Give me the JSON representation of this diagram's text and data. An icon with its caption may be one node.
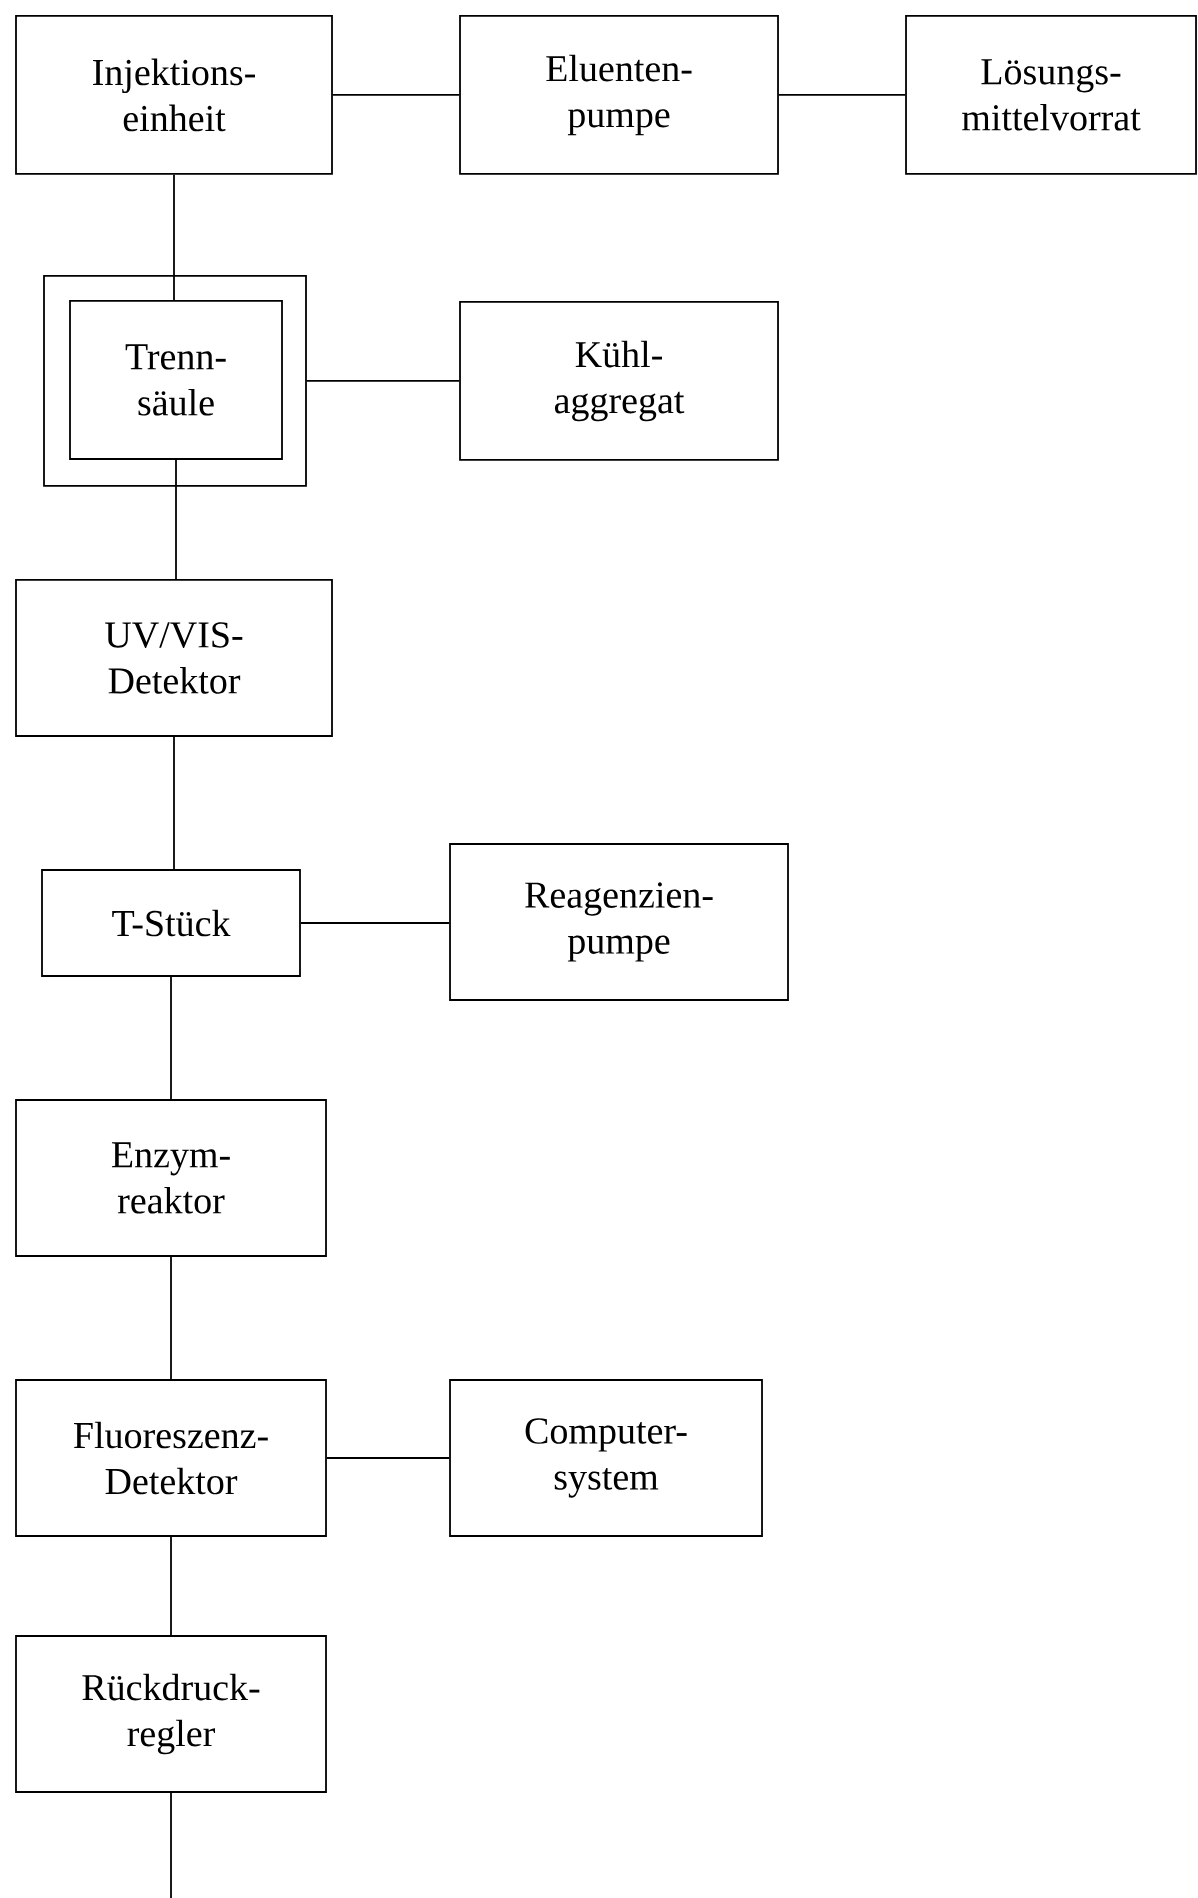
{
  "diagram": {
    "nodes": [
      {
        "text": [
          "Injektions- einheit"
        ]
      },
      {
        "text": [
          "Eluenten- pumpe"
        ]
      },
      {
        "text": [
          "Lösungs- mittelvorrat"
        ]
      },
      {
        "text": [],
        "shape": "box"
      },
      {
        "text": [
          "Trenn- säule"
        ],
        "in": 3
      },
      {
        "text": [
          "Kühl- aggregat"
        ]
      },
      {
        "text": [
          "UV/VIS- Detektor"
        ]
      },
      {
        "text": [
          "T-Stück"
        ]
      },
      {
        "text": [
          "Reagenzien- pumpe"
        ]
      },
      {
        "text": [
          "Enzym- reaktor"
        ]
      },
      {
        "text": [
          "Fluoreszenz- Detektor"
        ]
      },
      {
        "text": [
          "Computer- system"
        ]
      },
      {
        "text": [
          "Rückdruck- regler"
        ]
      }
    ],
    "edges": [
      {
        "from": 0,
        "to": 1,
        "arrow": "none"
      },
      {
        "from": 1,
        "to": 2,
        "arrow": "none"
      },
      {
        "from": 0,
        "to": 4,
        "arrow": "none"
      },
      {
        "from": 3,
        "to": 5,
        "arrow": "none"
      },
      {
        "from": 4,
        "to": 6,
        "arrow": "none"
      },
      {
        "from": 6,
        "to": 7,
        "arrow": "none"
      },
      {
        "from": 7,
        "to": 8,
        "arrow": "none"
      },
      {
        "from": 7,
        "to": 9,
        "arrow": "none"
      },
      {
        "from": 9,
        "to": 10,
        "arrow": "none"
      },
      {
        "from": 10,
        "to": 11,
        "arrow": "none"
      },
      {
        "from": 10,
        "to": 12,
        "arrow": "none"
      },
      {
        "from": 12,
        "to": null,
        "arrow": "none"
      }
    ]
  }
}
